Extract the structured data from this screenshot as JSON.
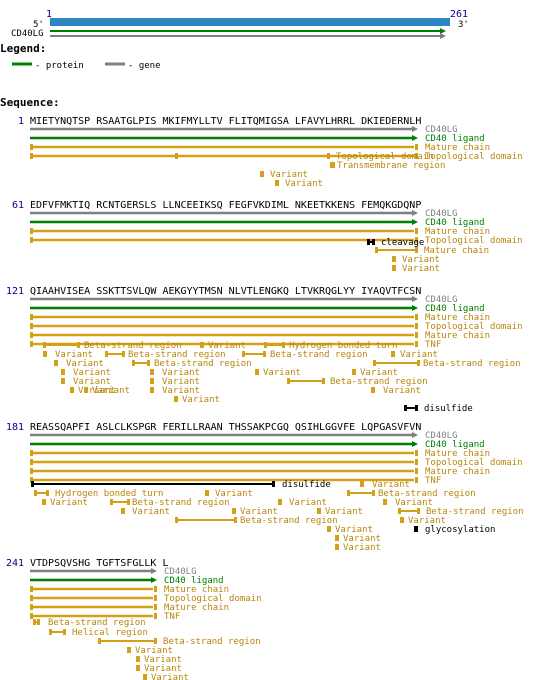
{
  "header": {
    "start_label": "1",
    "end_label": "261",
    "gene_label": "CD40LG",
    "five_prime": "5'",
    "three_prime": "3'"
  },
  "legend": {
    "title": "Legend:",
    "items": [
      {
        "label": "- protein",
        "color": "#008000"
      },
      {
        "label": "- gene",
        "color": "#808080"
      }
    ]
  },
  "sequence_title": "Sequence:",
  "colors": {
    "gene": "#808080",
    "protein": "#008000",
    "feature": "#d4a017",
    "feature_text": "#b8860b",
    "site": "#000000",
    "number": "#00008b",
    "blue_bar": "#2e86c1"
  },
  "blocks": [
    {
      "start": "1",
      "seq": "MIETYNQTSP RSAATGLPIS MKIFMYLLTV FLITQMIGSA LFAVYLHRRL DKIEDERNLH",
      "tracks": [
        {
          "kind": "gene",
          "label": "CD40LG"
        },
        {
          "kind": "protein",
          "label": "CD40 ligand"
        },
        {
          "kind": "feature",
          "label": "Mature chain"
        },
        {
          "kind": "feature",
          "label": "Topological domain"
        }
      ],
      "extra": [
        {
          "label": "Topological domain"
        },
        {
          "label": "Transmembrane region"
        },
        {
          "label": "Variant"
        },
        {
          "label": "Variant"
        }
      ]
    },
    {
      "start": "61",
      "seq": "EDFVFMKTIQ RCNTGERSLS LLNCEEIKSQ FEGFVKDIML NKEETKKENS FEMQKGDQNP",
      "tracks": [
        {
          "kind": "gene",
          "label": "CD40LG"
        },
        {
          "kind": "protein",
          "label": "CD40 ligand"
        },
        {
          "kind": "feature",
          "label": "Mature chain"
        },
        {
          "kind": "feature",
          "label": "Topological domain"
        }
      ],
      "extra": [
        {
          "label": "cleavage"
        },
        {
          "label": "Mature chain"
        },
        {
          "label": "Variant"
        },
        {
          "label": "Variant"
        }
      ]
    },
    {
      "start": "121",
      "seq": "QIAAHVISEA SSKTTSVLQW AEKGYYTMSN NLVTLENGKQ LTVKRQGLYY IYAQVTFCSN",
      "tracks": [
        {
          "kind": "gene",
          "label": "CD40LG"
        },
        {
          "kind": "protein",
          "label": "CD40 ligand"
        },
        {
          "kind": "feature",
          "label": "Mature chain"
        },
        {
          "kind": "feature",
          "label": "Topological domain"
        },
        {
          "kind": "feature",
          "label": "Mature chain"
        },
        {
          "kind": "feature",
          "label": "TNF"
        }
      ],
      "extra": [
        {
          "label": "Beta-strand region"
        },
        {
          "label": "Variant"
        },
        {
          "label": "Hydrogen bonded turn"
        },
        {
          "label": "Variant"
        },
        {
          "label": "Beta-strand region"
        },
        {
          "label": "Beta-strand region"
        },
        {
          "label": "Variant"
        },
        {
          "label": "Variant"
        },
        {
          "label": "Beta-strand region"
        },
        {
          "label": "Beta-strand region"
        },
        {
          "label": "Variant"
        },
        {
          "label": "Variant"
        },
        {
          "label": "Variant"
        },
        {
          "label": "Variant"
        },
        {
          "label": "Variant"
        },
        {
          "label": "Variant"
        },
        {
          "label": "Beta-strand region"
        },
        {
          "label": "Variant"
        },
        {
          "label": "Variant"
        },
        {
          "label": "Variant"
        },
        {
          "label": "Variant"
        },
        {
          "label": "Variant"
        },
        {
          "label": "disulfide"
        }
      ]
    },
    {
      "start": "181",
      "seq": "REASSQAPFI ASLCLKSPGR FERILLRAAN THSSAKPCGQ QSIHLGGVFE LQPGASVFVN",
      "tracks": [
        {
          "kind": "gene",
          "label": "CD40LG"
        },
        {
          "kind": "protein",
          "label": "CD40 ligand"
        },
        {
          "kind": "feature",
          "label": "Mature chain"
        },
        {
          "kind": "feature",
          "label": "Topological domain"
        },
        {
          "kind": "feature",
          "label": "Mature chain"
        },
        {
          "kind": "feature",
          "label": "TNF"
        }
      ],
      "extra": [
        {
          "label": "disulfide"
        },
        {
          "label": "Variant"
        },
        {
          "label": "Hydrogen bonded turn"
        },
        {
          "label": "Variant"
        },
        {
          "label": "Beta-strand region"
        },
        {
          "label": "Beta-strand region"
        },
        {
          "label": "Variant"
        },
        {
          "label": "Variant"
        },
        {
          "label": "Variant"
        },
        {
          "label": "Variant"
        },
        {
          "label": "Variant"
        },
        {
          "label": "Beta-strand region"
        },
        {
          "label": "Variant"
        },
        {
          "label": "Variant"
        },
        {
          "label": "Beta-strand region"
        },
        {
          "label": "Variant"
        },
        {
          "label": "glycosylation"
        },
        {
          "label": "Variant"
        },
        {
          "label": "Variant"
        }
      ]
    },
    {
      "start": "241",
      "seq": "VTDPSQVSHG TGFTSFGLLK L",
      "tracks": [
        {
          "kind": "gene",
          "label": "CD40LG"
        },
        {
          "kind": "protein",
          "label": "CD40 ligand"
        },
        {
          "kind": "feature",
          "label": "Mature chain"
        },
        {
          "kind": "feature",
          "label": "Topological domain"
        },
        {
          "kind": "feature",
          "label": "Mature chain"
        },
        {
          "kind": "feature",
          "label": "TNF"
        }
      ],
      "extra": [
        {
          "label": "Beta-strand region"
        },
        {
          "label": "Helical region"
        },
        {
          "label": "Beta-strand region"
        },
        {
          "label": "Variant"
        },
        {
          "label": "Variant"
        },
        {
          "label": "Variant"
        },
        {
          "label": "Variant"
        }
      ]
    }
  ]
}
